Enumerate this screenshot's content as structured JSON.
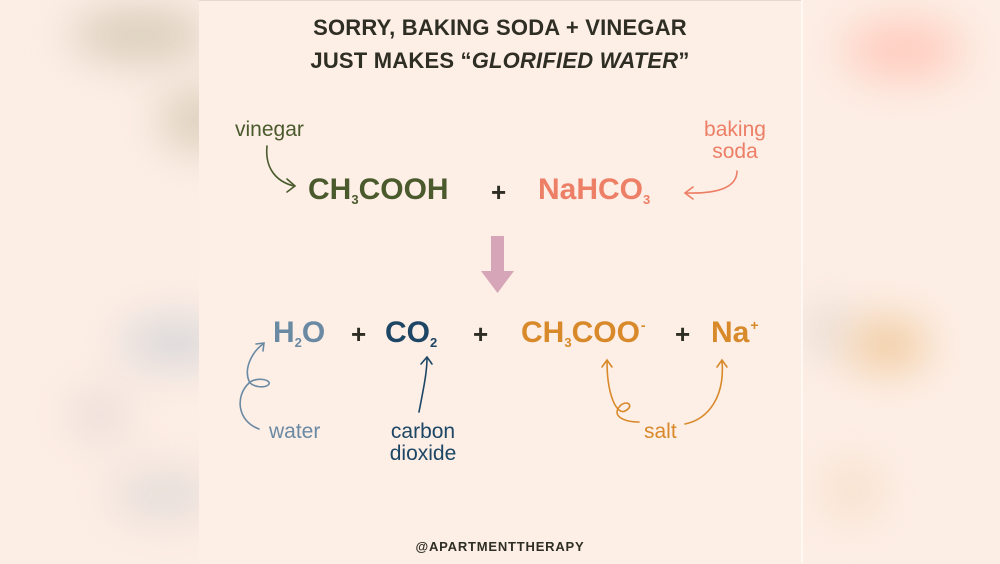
{
  "title": {
    "line1": "SORRY, BAKING SODA + VINEGAR",
    "line2_prefix": "JUST MAKES “",
    "line2_emphasis": "GLORIFIED WATER",
    "line2_suffix": "”"
  },
  "colors": {
    "background": "#fdeee6",
    "title_text": "#2e2e24",
    "vinegar_green": "#4a5a2c",
    "baking_soda_coral": "#ec7f66",
    "reaction_arrow": "#d6a6b8",
    "water_blue": "#6a8aa4",
    "co2_navy": "#1d4665",
    "salt_orange": "#d8892a"
  },
  "reactants": {
    "vinegar": {
      "formula_a": "CH",
      "sub": "3",
      "formula_b": "COOH",
      "label": "vinegar"
    },
    "plus": "+",
    "baking_soda": {
      "formula_a": "NaHCO",
      "sub": "3",
      "label_line1": "baking",
      "label_line2": "soda"
    }
  },
  "reaction_arrow": {
    "icon": "down-arrow-icon"
  },
  "products": {
    "water": {
      "formula_a": "H",
      "sub": "2",
      "formula_b": "O",
      "label": "water"
    },
    "plus1": "+",
    "co2": {
      "formula_a": "CO",
      "sub": "2",
      "label_line1": "carbon",
      "label_line2": "dioxide"
    },
    "plus2": "+",
    "acetate": {
      "formula_a": "CH",
      "sub": "3",
      "formula_b": "COO",
      "sup": "-"
    },
    "plus3": "+",
    "sodium": {
      "formula_a": "Na",
      "sup": "+"
    },
    "salt_label": "salt"
  },
  "footer": {
    "handle": "@APARTMENTTHERAPY"
  }
}
